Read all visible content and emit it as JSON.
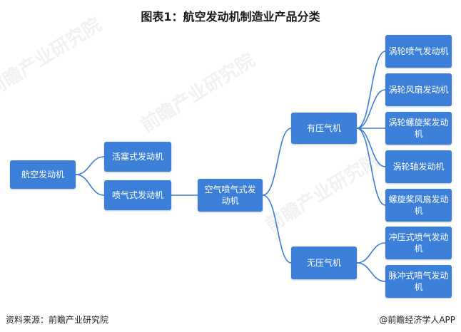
{
  "title": "图表1：航空发动机制造业产品分类",
  "nodes": {
    "aero_engine": "航空发动机",
    "piston_engine": "活塞式发动机",
    "jet_engine": "喷气式发动机",
    "air_breathing_jet_engine": "空气喷气式发动机",
    "with_compressor": "有压气机",
    "without_compressor": "无压气机",
    "turbojet": "涡轮喷气发动机",
    "turbofan": "涡轮风扇发动机",
    "turboprop": "涡轮螺旋桨发动机",
    "turboshaft": "涡轮轴发动机",
    "propfan": "螺旋桨风扇发动机",
    "ramjet": "冲压式喷气发动机",
    "pulsejet": "脉冲式喷气发动机"
  },
  "watermark": "前瞻产业研究院",
  "footer": {
    "source": "资料来源：前瞻产业研究院",
    "brand": "@前瞻经济学人APP"
  },
  "colors": {
    "node_fill": "#3c7fd9",
    "connector": "#3c7fd9"
  }
}
